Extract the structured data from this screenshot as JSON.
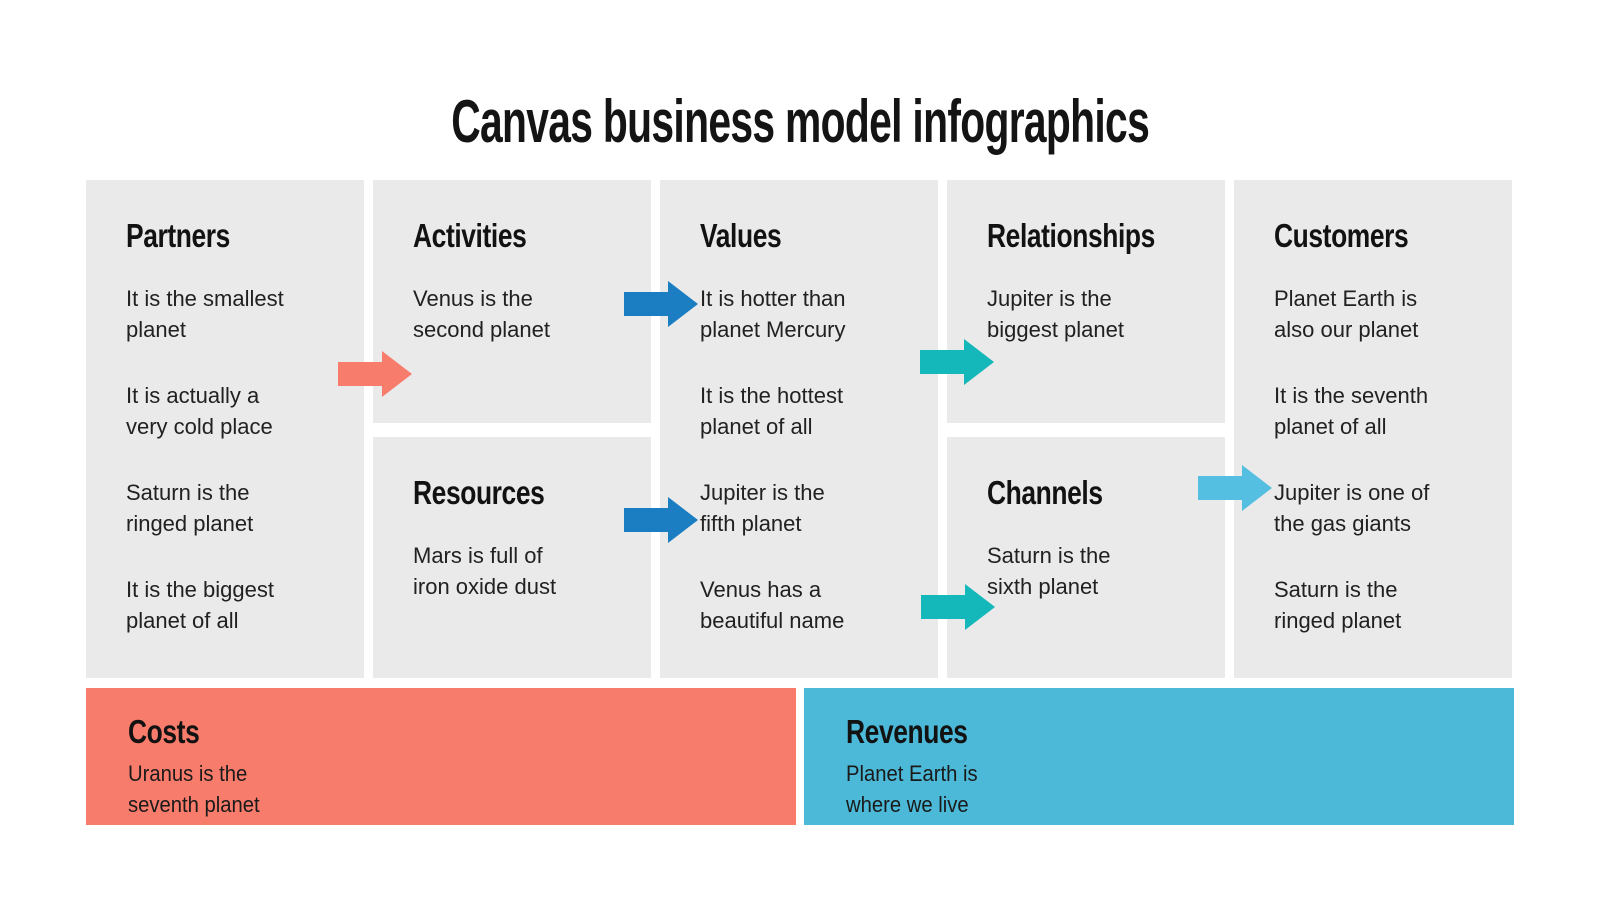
{
  "title": "Canvas business model infographics",
  "colors": {
    "box_gray": "#EAEAEA",
    "salmon": "#F87C6B",
    "blue": "#1B7EC2",
    "teal": "#14B7BA",
    "sky": "#55BFE2",
    "costs_bar": "#F87C6B",
    "revenues_bar": "#4BB9D7",
    "heading_text": "#121212",
    "body_text": "#212121"
  },
  "sections": {
    "partners": {
      "heading": "Partners",
      "items": [
        "It is the smallest\nplanet",
        "It is actually a\nvery cold place",
        "Saturn is the\nringed planet",
        "It is the biggest\nplanet of all"
      ]
    },
    "activities": {
      "heading": "Activities",
      "items": [
        "Venus is the\nsecond planet"
      ]
    },
    "resources": {
      "heading": "Resources",
      "items": [
        "Mars is full of\niron oxide dust"
      ]
    },
    "values": {
      "heading": "Values",
      "items": [
        "It is hotter than\nplanet Mercury",
        "It is the hottest\nplanet of all",
        "Jupiter is the\nfifth planet",
        "Venus has a\nbeautiful name"
      ]
    },
    "relationships": {
      "heading": "Relationships",
      "items": [
        "Jupiter is the\nbiggest planet"
      ]
    },
    "channels": {
      "heading": "Channels",
      "items": [
        "Saturn is the\nsixth planet"
      ]
    },
    "customers": {
      "heading": "Customers",
      "items": [
        "Planet Earth is\nalso our planet",
        "It is the seventh\nplanet of all",
        "Jupiter is one of\nthe gas giants",
        "Saturn is the\nringed planet"
      ]
    },
    "costs": {
      "heading": "Costs",
      "items": [
        "Uranus is the\nseventh planet"
      ]
    },
    "revenues": {
      "heading": "Revenues",
      "items": [
        "Planet Earth is\nwhere we live"
      ]
    }
  },
  "arrows": [
    {
      "name": "partners-to-activities",
      "color": "salmon"
    },
    {
      "name": "activities-to-values",
      "color": "blue"
    },
    {
      "name": "resources-to-values",
      "color": "blue"
    },
    {
      "name": "values-to-relationships",
      "color": "teal"
    },
    {
      "name": "values-to-channels",
      "color": "teal"
    },
    {
      "name": "channels-to-customers",
      "color": "sky"
    }
  ]
}
